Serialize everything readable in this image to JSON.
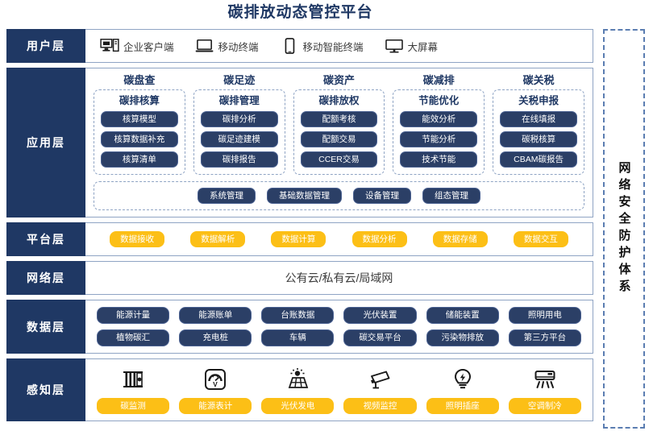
{
  "title": "碳排放动态管控平台",
  "security_sidebar": {
    "label": "网络安全防护体系"
  },
  "layers": {
    "user": {
      "label": "用户层",
      "items": [
        {
          "icon": "desktop-tower-icon",
          "label": "企业客户端"
        },
        {
          "icon": "laptop-icon",
          "label": "移动终端"
        },
        {
          "icon": "smartphone-icon",
          "label": "移动智能终端"
        },
        {
          "icon": "big-screen-icon",
          "label": "大屏幕"
        }
      ]
    },
    "application": {
      "label": "应用层",
      "columns": [
        {
          "title": "碳盘查",
          "group_title": "碳排核算",
          "items": [
            "核算模型",
            "核算数据补充",
            "核算清单"
          ]
        },
        {
          "title": "碳足迹",
          "group_title": "碳排管理",
          "items": [
            "碳排分析",
            "碳足迹建模",
            "碳排报告"
          ]
        },
        {
          "title": "碳资产",
          "group_title": "碳排放权",
          "items": [
            "配额考核",
            "配额交易",
            "CCER交易"
          ]
        },
        {
          "title": "碳减排",
          "group_title": "节能优化",
          "items": [
            "能效分析",
            "节能分析",
            "技术节能"
          ]
        },
        {
          "title": "碳关税",
          "group_title": "关税申报",
          "items": [
            "在线填报",
            "碳税核算",
            "CBAM碳报告"
          ]
        }
      ],
      "common": [
        "系统管理",
        "基础数据管理",
        "设备管理",
        "组态管理"
      ]
    },
    "platform": {
      "label": "平台层",
      "items": [
        "数据接收",
        "数据解析",
        "数据计算",
        "数据分析",
        "数据存储",
        "数据交互"
      ]
    },
    "network": {
      "label": "网络层",
      "text": "公有云/私有云/局域网"
    },
    "data": {
      "label": "数据层",
      "items": [
        "能源计量",
        "能源账单",
        "台账数据",
        "光伏装置",
        "储能装置",
        "照明用电",
        "植物碳汇",
        "充电桩",
        "车辆",
        "碳交易平台",
        "污染物排放",
        "第三方平台"
      ]
    },
    "sense": {
      "label": "感知层",
      "items": [
        {
          "icon": "carbon-sensor-icon",
          "label": "碳监测"
        },
        {
          "icon": "energy-meter-icon",
          "label": "能源表计"
        },
        {
          "icon": "solar-panel-icon",
          "label": "光伏发电"
        },
        {
          "icon": "cctv-camera-icon",
          "label": "视频监控"
        },
        {
          "icon": "light-bulb-icon",
          "label": "照明插座"
        },
        {
          "icon": "air-conditioner-icon",
          "label": "空调制冷"
        }
      ]
    }
  },
  "colors": {
    "navy": "#1f3864",
    "pill_navy": "#2b3f66",
    "yellow": "#fcbf16",
    "border_blue": "#8fa4c4"
  }
}
